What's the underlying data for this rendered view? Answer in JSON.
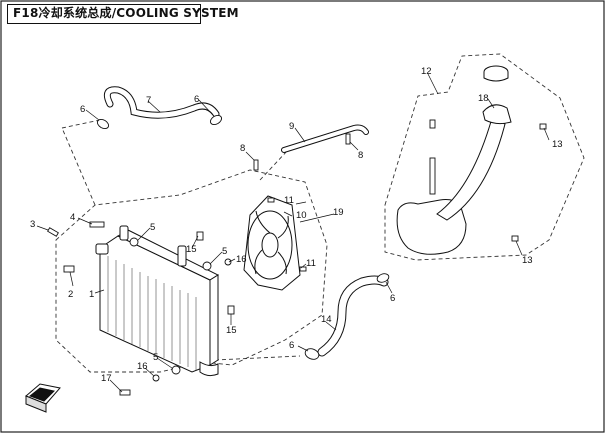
{
  "title": "F18冷却系统总成/COOLING SYSTEM",
  "callouts": [
    {
      "id": "c1",
      "label": "1"
    },
    {
      "id": "c2",
      "label": "2"
    },
    {
      "id": "c3",
      "label": "3"
    },
    {
      "id": "c4",
      "label": "4"
    },
    {
      "id": "c5a",
      "label": "5"
    },
    {
      "id": "c5b",
      "label": "5"
    },
    {
      "id": "c5c",
      "label": "5"
    },
    {
      "id": "c6a",
      "label": "6"
    },
    {
      "id": "c6b",
      "label": "6"
    },
    {
      "id": "c6c",
      "label": "6"
    },
    {
      "id": "c6d",
      "label": "6"
    },
    {
      "id": "c7",
      "label": "7"
    },
    {
      "id": "c8a",
      "label": "8"
    },
    {
      "id": "c8b",
      "label": "8"
    },
    {
      "id": "c9",
      "label": "9"
    },
    {
      "id": "c10",
      "label": "10"
    },
    {
      "id": "c11a",
      "label": "11"
    },
    {
      "id": "c11b",
      "label": "11"
    },
    {
      "id": "c12",
      "label": "12"
    },
    {
      "id": "c13a",
      "label": "13"
    },
    {
      "id": "c13b",
      "label": "13"
    },
    {
      "id": "c14",
      "label": "14"
    },
    {
      "id": "c15a",
      "label": "15"
    },
    {
      "id": "c15b",
      "label": "15"
    },
    {
      "id": "c16a",
      "label": "16"
    },
    {
      "id": "c16b",
      "label": "16"
    },
    {
      "id": "c17",
      "label": "17"
    },
    {
      "id": "c18",
      "label": "18"
    },
    {
      "id": "c19",
      "label": "19"
    }
  ],
  "icons": [
    "front-direction-arrow-icon"
  ]
}
